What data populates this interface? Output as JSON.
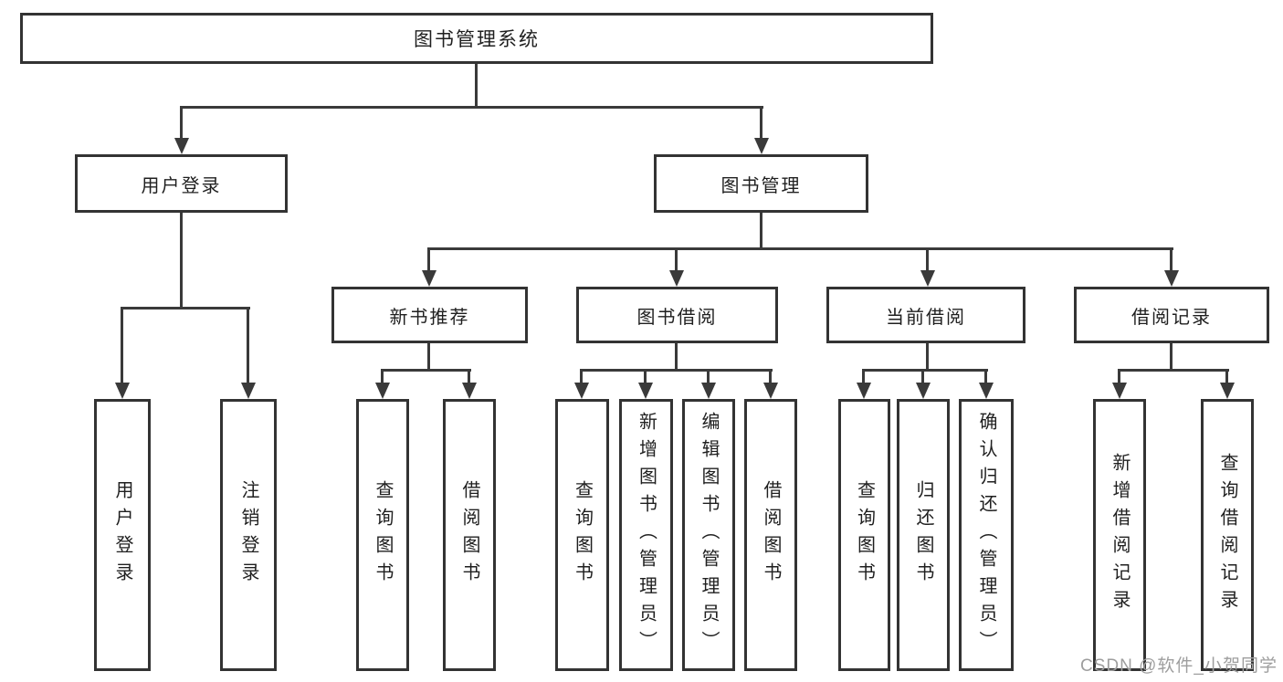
{
  "diagram": {
    "nodes": {
      "root": "图书管理系统",
      "user_login": "用户登录",
      "book_mgmt": "图书管理",
      "new_book_rec": "新书推荐",
      "book_borrow": "图书借阅",
      "current_borrow": "当前借阅",
      "borrow_records": "借阅记录",
      "leaf_user_login": "用户登录",
      "leaf_logout": "注销登录",
      "leaf_query_books_1": "查询图书",
      "leaf_borrow_books_1": "借阅图书",
      "leaf_query_books_2": "查询图书",
      "leaf_add_books": "新增图书（管理员）",
      "leaf_edit_books": "编辑图书（管理员）",
      "leaf_borrow_books_2": "借阅图书",
      "leaf_query_books_3": "查询图书",
      "leaf_return_books": "归还图书",
      "leaf_confirm_return": "确认归还（管理员）",
      "leaf_add_borrow_record": "新增借阅记录",
      "leaf_query_borrow_record": "查询借阅记录"
    },
    "watermark": "CSDN @软件_小贺同学",
    "colors": {
      "line": "#3a3a3a",
      "box_border": "#333333",
      "box_fill": "#ffffff",
      "text": "#1f1f1f",
      "watermark": "#9e9e9e"
    }
  }
}
